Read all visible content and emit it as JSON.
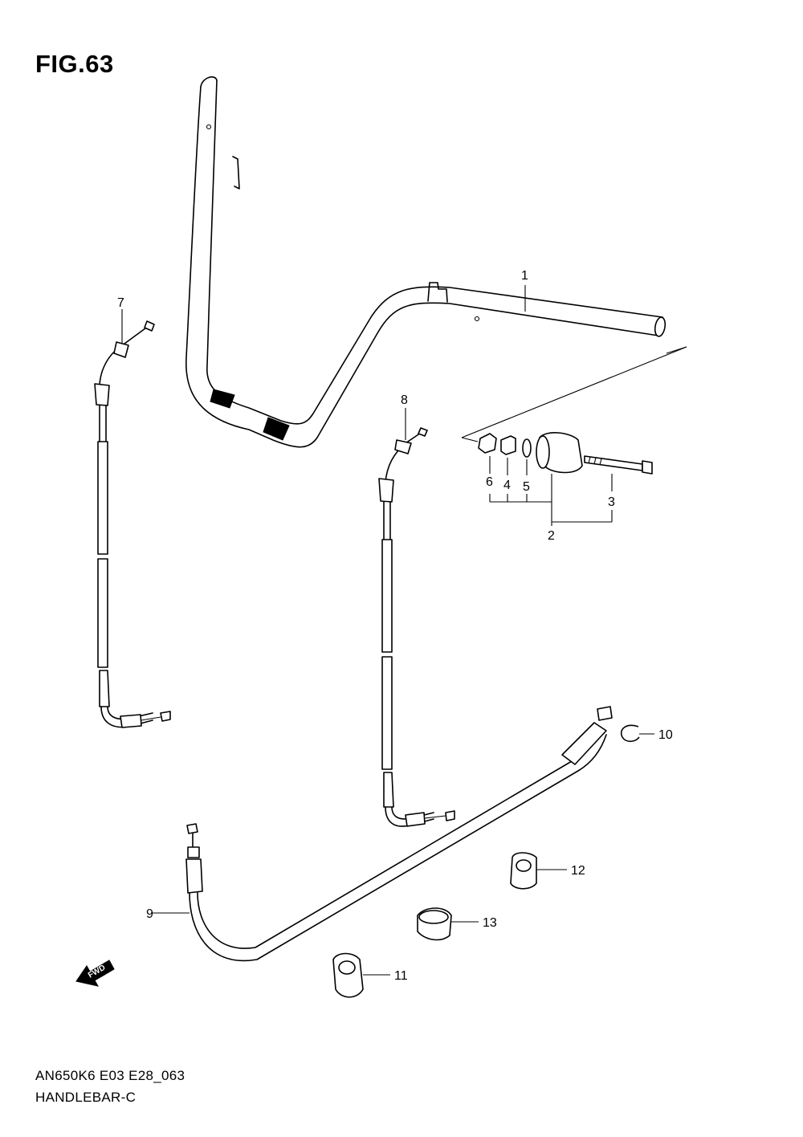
{
  "figure": {
    "title": "FIG.63"
  },
  "footer": {
    "code": "AN650K6 E03 E28_063",
    "name": "HANDLEBAR-C"
  },
  "callouts": {
    "p1": "1",
    "p2": "2",
    "p3": "3",
    "p4": "4",
    "p5": "5",
    "p6": "6",
    "p7": "7",
    "p8": "8",
    "p9": "9",
    "p10": "10",
    "p11": "11",
    "p12": "12",
    "p13": "13"
  },
  "fwd_arrow": {
    "label": "FWD"
  }
}
